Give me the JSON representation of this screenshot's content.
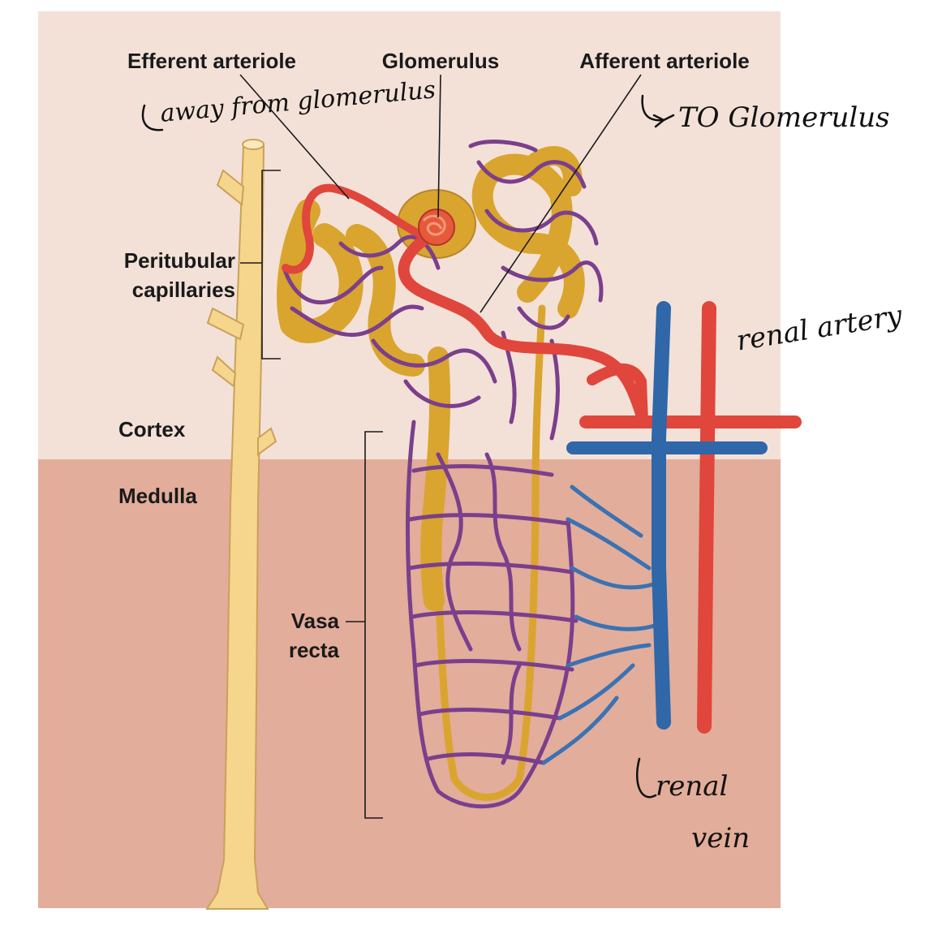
{
  "zones": {
    "cortex": "Cortex",
    "medulla": "Medulla"
  },
  "labels": {
    "efferent_arteriole": "Efferent arteriole",
    "glomerulus": "Glomerulus",
    "afferent_arteriole": "Afferent arteriole",
    "peritubular_line1": "Peritubular",
    "peritubular_line2": "capillaries",
    "vasa_recta_line1": "Vasa",
    "vasa_recta_line2": "recta"
  },
  "handwritten": {
    "efferent_note": "away from glomerulus",
    "afferent_note": "TO Glomerulus",
    "renal_artery": "renal artery",
    "renal_vein_line1": "renal",
    "renal_vein_line2": "vein"
  },
  "colors": {
    "cortex_bg": "#f3e1d8",
    "medulla_bg": "#e2ad9a",
    "tubule": "#d9a52e",
    "collecting_duct": "#f6d58c",
    "capillary": "#7b3f8c",
    "artery": "#e0463c",
    "vein": "#2f67a8"
  }
}
